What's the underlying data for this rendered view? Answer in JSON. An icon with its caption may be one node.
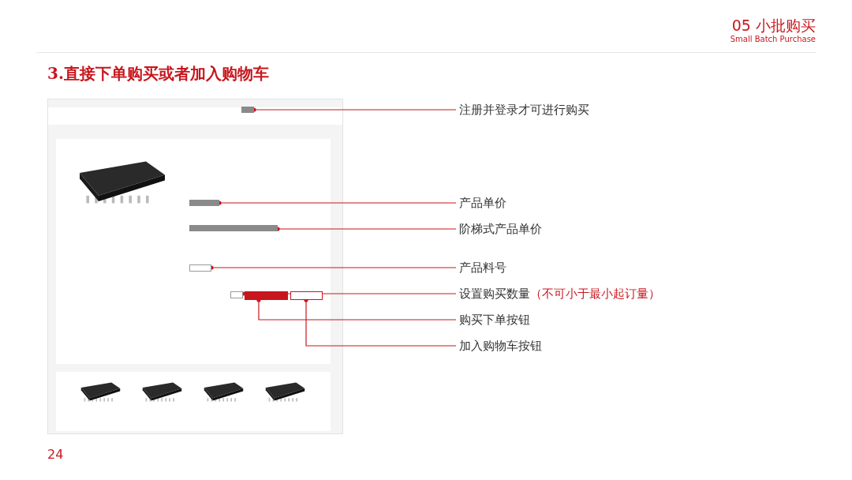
{
  "diagram": {
    "title": "3.直接下单购买或者加入购物车",
    "nodes": [
      {
        "text": [],
        "shape": "box"
      },
      {
        "text": [],
        "shape": "box"
      },
      {
        "text": [],
        "shape": "box"
      },
      {
        "text": [],
        "shape": "box"
      },
      {
        "text": [],
        "shape": "box"
      },
      {
        "text": [],
        "shape": "box"
      },
      {
        "text": [],
        "shape": "box"
      },
      {
        "text": [
          "注册并登录才可进行购买"
        ]
      },
      {
        "text": [
          "产品单价"
        ]
      },
      {
        "text": [
          "阶梯式产品单价"
        ]
      },
      {
        "text": [
          "产品料号"
        ]
      },
      {
        "text": [
          "设置购买数量",
          "（不可小于最小起订量）"
        ]
      },
      {
        "text": [
          "购买下单按钮"
        ]
      },
      {
        "text": [
          "加入购物车按钮"
        ]
      }
    ],
    "edges": [
      {
        "from": 7,
        "to": 0,
        "arrow": "other"
      },
      {
        "from": 8,
        "to": 1,
        "arrow": "other"
      },
      {
        "from": 9,
        "to": 2,
        "arrow": "other"
      },
      {
        "from": 10,
        "to": 3,
        "arrow": "other"
      },
      {
        "from": 11,
        "to": 4,
        "arrow": "other"
      },
      {
        "from": 12,
        "to": 5,
        "arrow": "other"
      },
      {
        "from": 13,
        "to": 6,
        "arrow": "other"
      }
    ],
    "labels": [
      "05 小批购买",
      "Small Batch Purchase",
      "24"
    ]
  }
}
